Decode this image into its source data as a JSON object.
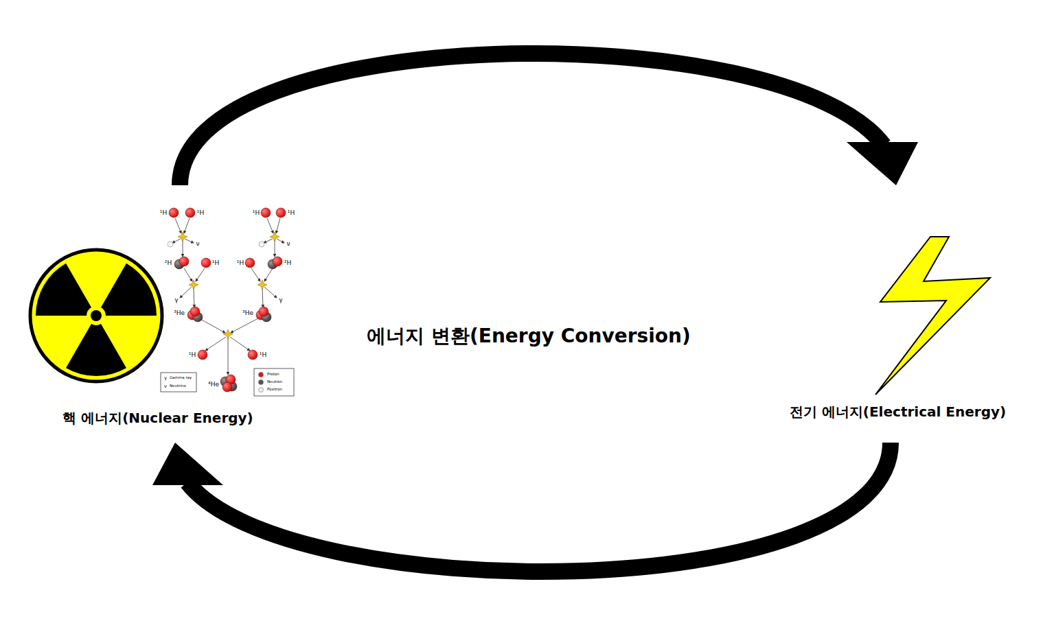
{
  "diagram": {
    "title": "에너지 변환(Energy Conversion)",
    "nodes": [
      {
        "text": [
          "핵 에너지(Nuclear Energy)"
        ]
      },
      {
        "text": [
          "전기 에너지(Electrical Energy)"
        ]
      }
    ],
    "edges": [
      {
        "from": 0,
        "to": 1,
        "arrow": "to"
      },
      {
        "from": 1,
        "to": 0,
        "arrow": "to"
      }
    ],
    "labels": [
      "¹H",
      "¹H",
      "¹H",
      "¹H",
      "ν",
      "ν",
      "²H",
      "¹H",
      "¹H",
      "²H",
      "γ",
      "γ",
      "³He",
      "³He",
      "¹H",
      "¹H",
      "⁴He",
      "γ",
      "ν"
    ],
    "legend": [
      {
        "text": "Gamma ray"
      },
      {
        "text": "Neutrino"
      },
      {
        "text": "Proton",
        "color": "#e8141b"
      },
      {
        "text": "Neutron",
        "color": "#555555"
      },
      {
        "text": "Positron",
        "color": "#f0f0f0"
      }
    ]
  }
}
